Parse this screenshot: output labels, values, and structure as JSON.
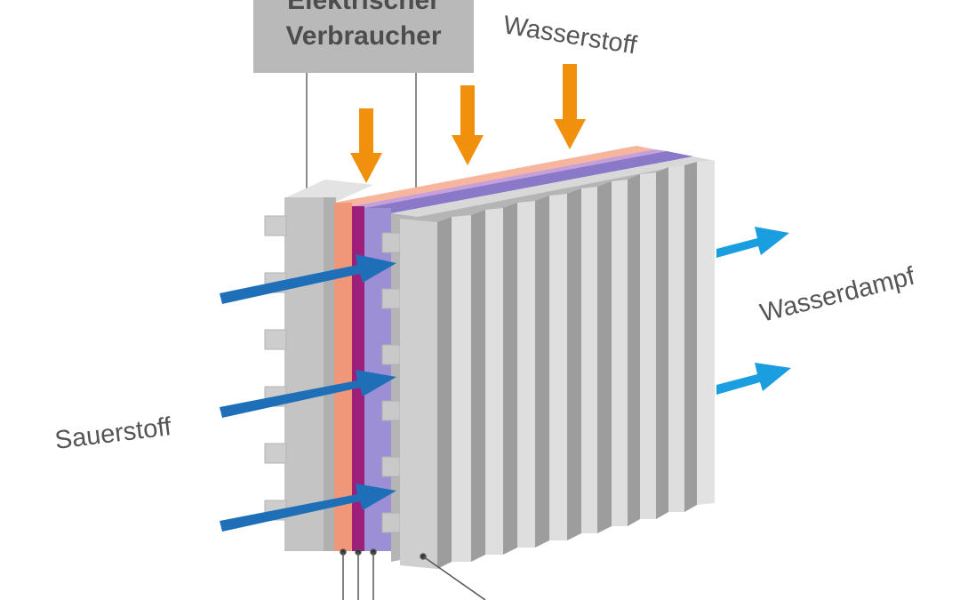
{
  "consumer_box": {
    "line1": "Elektrischer",
    "line2": "Verbraucher"
  },
  "labels": {
    "hydrogen": "Wasserstoff",
    "oxygen": "Sauerstoff",
    "water_vapor": "Wasserdampf"
  },
  "colors": {
    "plate_light": "#d6d6d6",
    "plate_mid": "#b8b8b8",
    "plate_dark": "#9a9a9a",
    "anode_layer": "#f0977a",
    "membrane": "#9e1f7a",
    "cathode_layer": "#8a78c8",
    "hydrogen_arrow": "#f0900c",
    "oxygen_arrow": "#1f6fb8",
    "water_arrow": "#1a9ee0",
    "consumer_box": "#b9b9b9",
    "text": "#555555"
  },
  "icons": {
    "hydrogen_inflow": "arrow-down-icon",
    "oxygen_inflow": "arrow-right-icon",
    "water_outflow": "arrow-right-icon"
  }
}
